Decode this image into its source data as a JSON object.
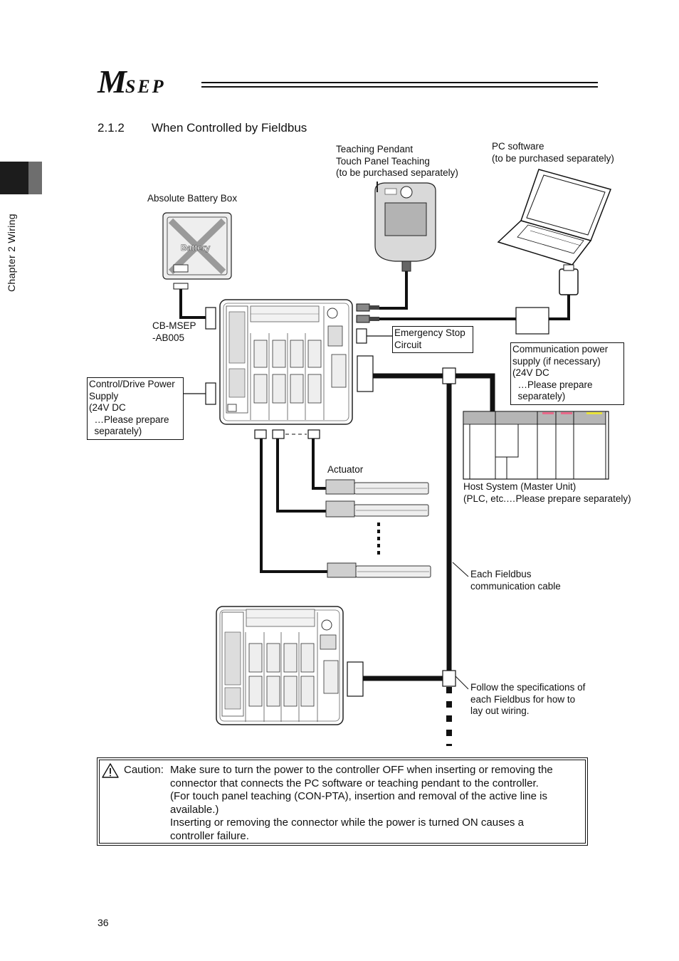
{
  "header": {
    "logo_m": "M",
    "logo_sep": "SEP"
  },
  "side_tab": {
    "chapter_label": "Chapter 2 Wiring"
  },
  "section": {
    "number": "2.1.2",
    "title": "When Controlled by Fieldbus"
  },
  "diagram": {
    "teaching_pendant": "Teaching Pendant\nTouch Panel Teaching\n(to be purchased separately)",
    "pc_software": "PC software\n(to be purchased separately)",
    "battery_box": "Absolute Battery Box",
    "battery_text": "Battery",
    "cable": "CB-MSEP\n-AB005",
    "emergency_stop": "Emergency Stop\nCircuit",
    "comm_power": "Communication power\nsupply (if necessary)\n(24V DC\n  …Please prepare\n  separately)",
    "control_power": "Control/Drive Power\nSupply\n(24V DC\n  …Please prepare\n  separately)",
    "actuator": "Actuator",
    "host_system": "Host System (Master Unit)\n(PLC, etc.…Please prepare separately)",
    "fieldbus_cable": "Each Fieldbus\ncommunication cable",
    "fieldbus_spec": "Follow the specifications of\neach Fieldbus for how to\nlay out wiring."
  },
  "caution": {
    "label": "Caution:",
    "text": "Make sure to turn the power to the controller OFF when inserting or removing the\nconnector that connects the PC software or teaching pendant to the controller.\n(For touch panel teaching (CON-PTA), insertion and removal of the active line is\navailable.)\nInserting or removing the connector while the power is turned ON causes a\ncontroller failure."
  },
  "footer": {
    "page_number": "36"
  }
}
